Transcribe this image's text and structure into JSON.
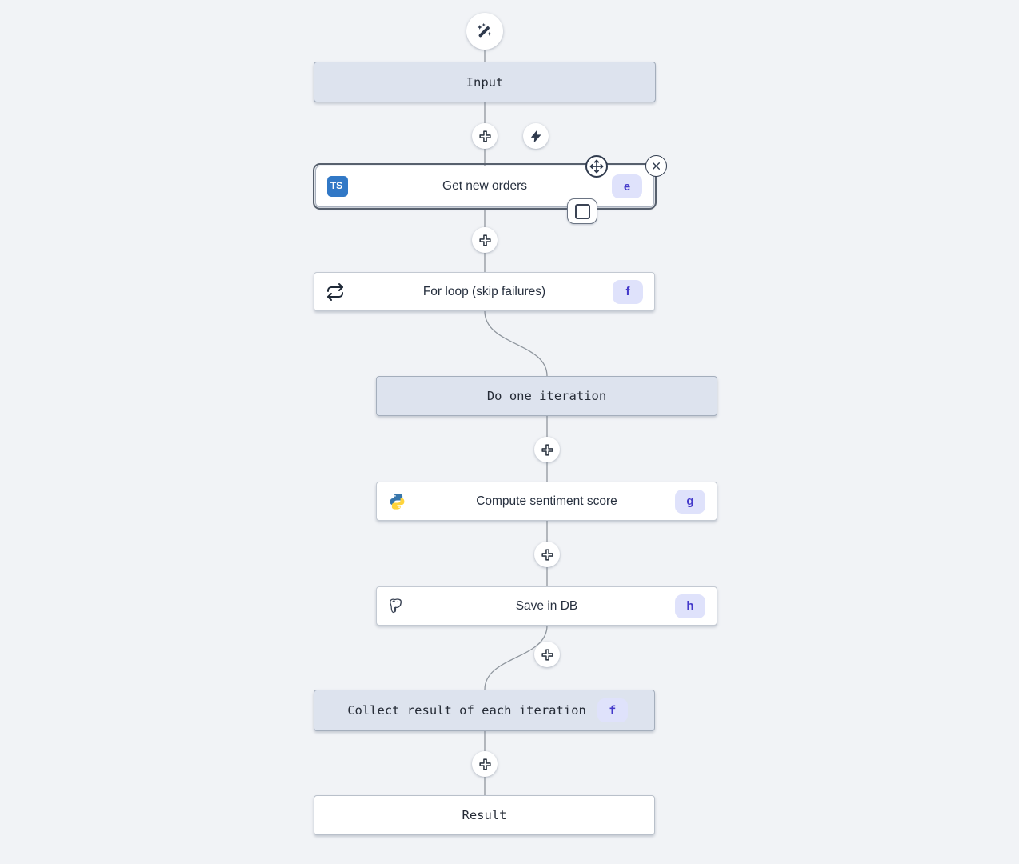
{
  "app": {
    "view": "flow-editor-canvas"
  },
  "colors": {
    "canvas_bg": "#f1f3f6",
    "virtual_node_bg": "#dde3ee",
    "virtual_node_border": "#a4aebc",
    "action_node_bg": "#ffffff",
    "badge_bg": "#dfe2fb",
    "badge_text": "#4338ca",
    "typescript_blue": "#3178c6",
    "selected_outline": "#57606d",
    "edge": "#8f969e",
    "icon_dark": "#2f3a4d"
  },
  "icons": {
    "top": "wand-sparkles-icon",
    "insert": "plus-icon",
    "trigger": "lightning-icon",
    "move": "move-arrows-icon",
    "remove": "close-x-icon",
    "checkbox": "square-outline-icon"
  },
  "nodes": [
    {
      "id": "input",
      "label": "Input",
      "kind": "virtual"
    },
    {
      "id": "get_new_orders",
      "label": "Get new orders",
      "badge": "e",
      "icon": "typescript-icon",
      "icon_text": "TS",
      "selected": true,
      "kind": "action"
    },
    {
      "id": "for_loop",
      "label": "For loop (skip failures)",
      "badge": "f",
      "icon": "repeat-icon",
      "kind": "action"
    },
    {
      "id": "do_one_iteration",
      "label": "Do one iteration",
      "kind": "virtual"
    },
    {
      "id": "compute_sentiment_score",
      "label": "Compute sentiment score",
      "badge": "g",
      "icon": "python-icon",
      "kind": "action"
    },
    {
      "id": "save_in_db",
      "label": "Save in DB",
      "badge": "h",
      "icon": "postgresql-icon",
      "kind": "action"
    },
    {
      "id": "collect_result",
      "label": "Collect result of each iteration",
      "badge": "f",
      "kind": "virtual"
    },
    {
      "id": "result",
      "label": "Result",
      "kind": "virtual"
    }
  ]
}
